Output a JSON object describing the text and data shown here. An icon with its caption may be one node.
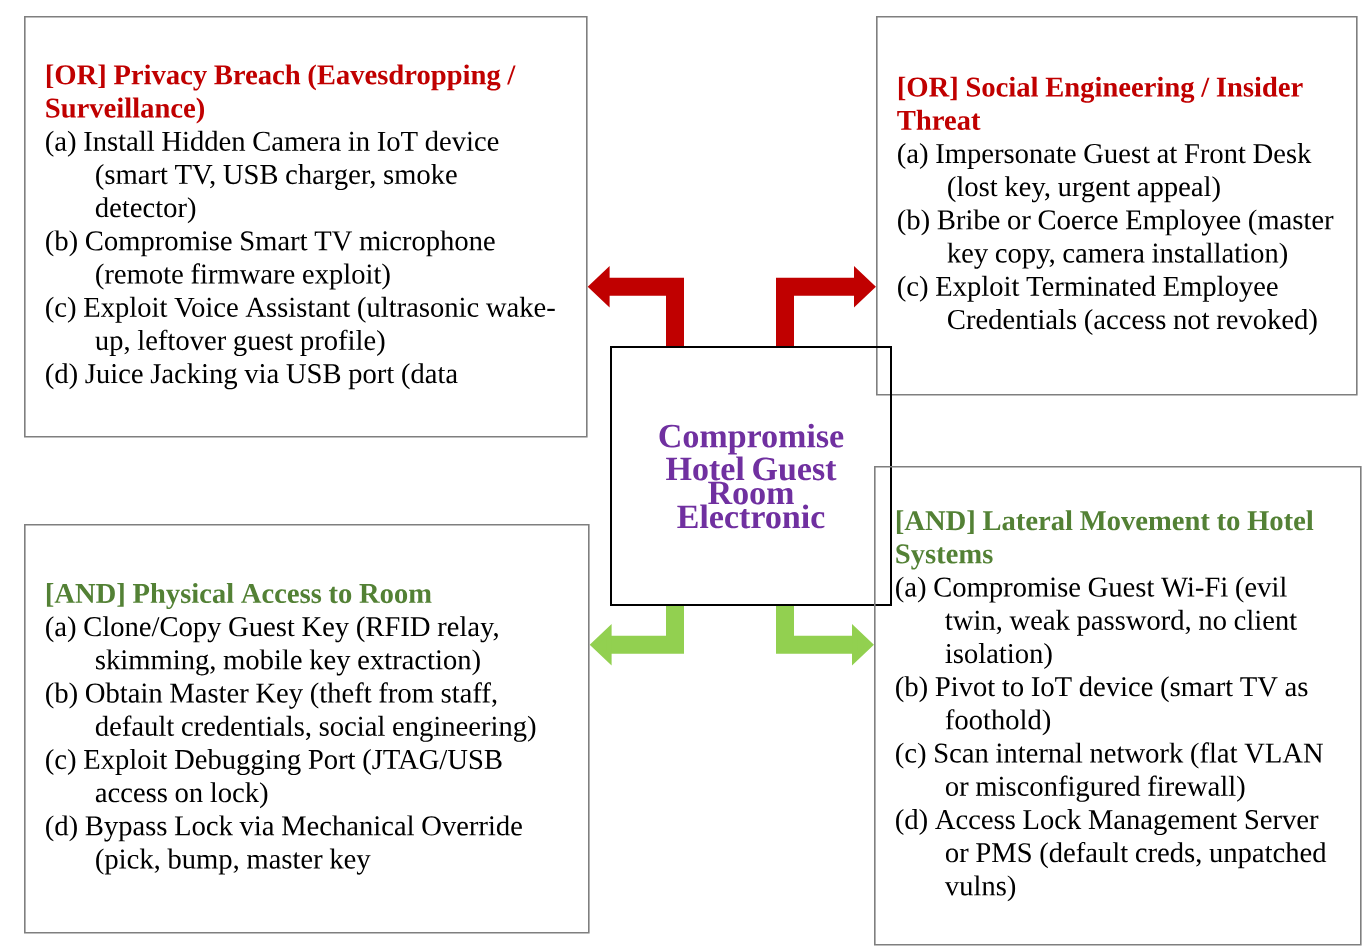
{
  "diagram": {
    "nodes": [
      {
        "text": [
          "[OR] Privacy Breach (Eavesdropping / Surveillance)",
          "(a) Install Hidden Camera in IoT device (smart TV, USB charger, smoke detector)",
          "(b) Compromise Smart TV microphone (remote firmware exploit)",
          "(c) Exploit Voice Assistant (ultrasonic wake-up, leftover guest profile)",
          "(d) Juice Jacking via USB port (data"
        ]
      },
      {
        "text": [
          "[OR] Social Engineering / Insider Threat",
          "(a) Impersonate Guest at Front Desk (lost key, urgent appeal)",
          "(b) Bribe or Coerce Employee (master key copy, camera installation)",
          "(c) Exploit Terminated Employee Credentials (access not revoked)"
        ]
      },
      {
        "text": [
          "Compromise Hotel Guest Room Electronic"
        ]
      },
      {
        "text": [
          "[AND] Physical Access to Room",
          "(a) Clone/Copy Guest Key (RFID relay, skimming, mobile key extraction)",
          "(b) Obtain Master Key (theft from staff, default credentials, social engineering)",
          "(c) Exploit Debugging Port (JTAG/USB access on lock)",
          "(d) Bypass Lock via Mechanical Override (pick, bump, master key"
        ]
      },
      {
        "text": [
          "[AND] Lateral Movement to Hotel Systems",
          "(a) Compromise Guest Wi-Fi (evil twin, weak password, no client isolation)",
          "(b) Pivot to IoT device (smart TV as foothold)",
          "(c) Scan internal network (flat VLAN or misconfigured firewall)",
          "(d) Access Lock Management Server or PMS (default creds, unpatched vulns)"
        ]
      }
    ],
    "edges": [
      {
        "from": 2,
        "to": 0,
        "arrow": "to",
        "color": "#c00000"
      },
      {
        "from": 2,
        "to": 1,
        "arrow": "to",
        "color": "#c00000"
      },
      {
        "from": 2,
        "to": 3,
        "arrow": "to",
        "color": "#92d050"
      },
      {
        "from": 2,
        "to": 4,
        "arrow": "to",
        "color": "#92d050"
      }
    ]
  }
}
